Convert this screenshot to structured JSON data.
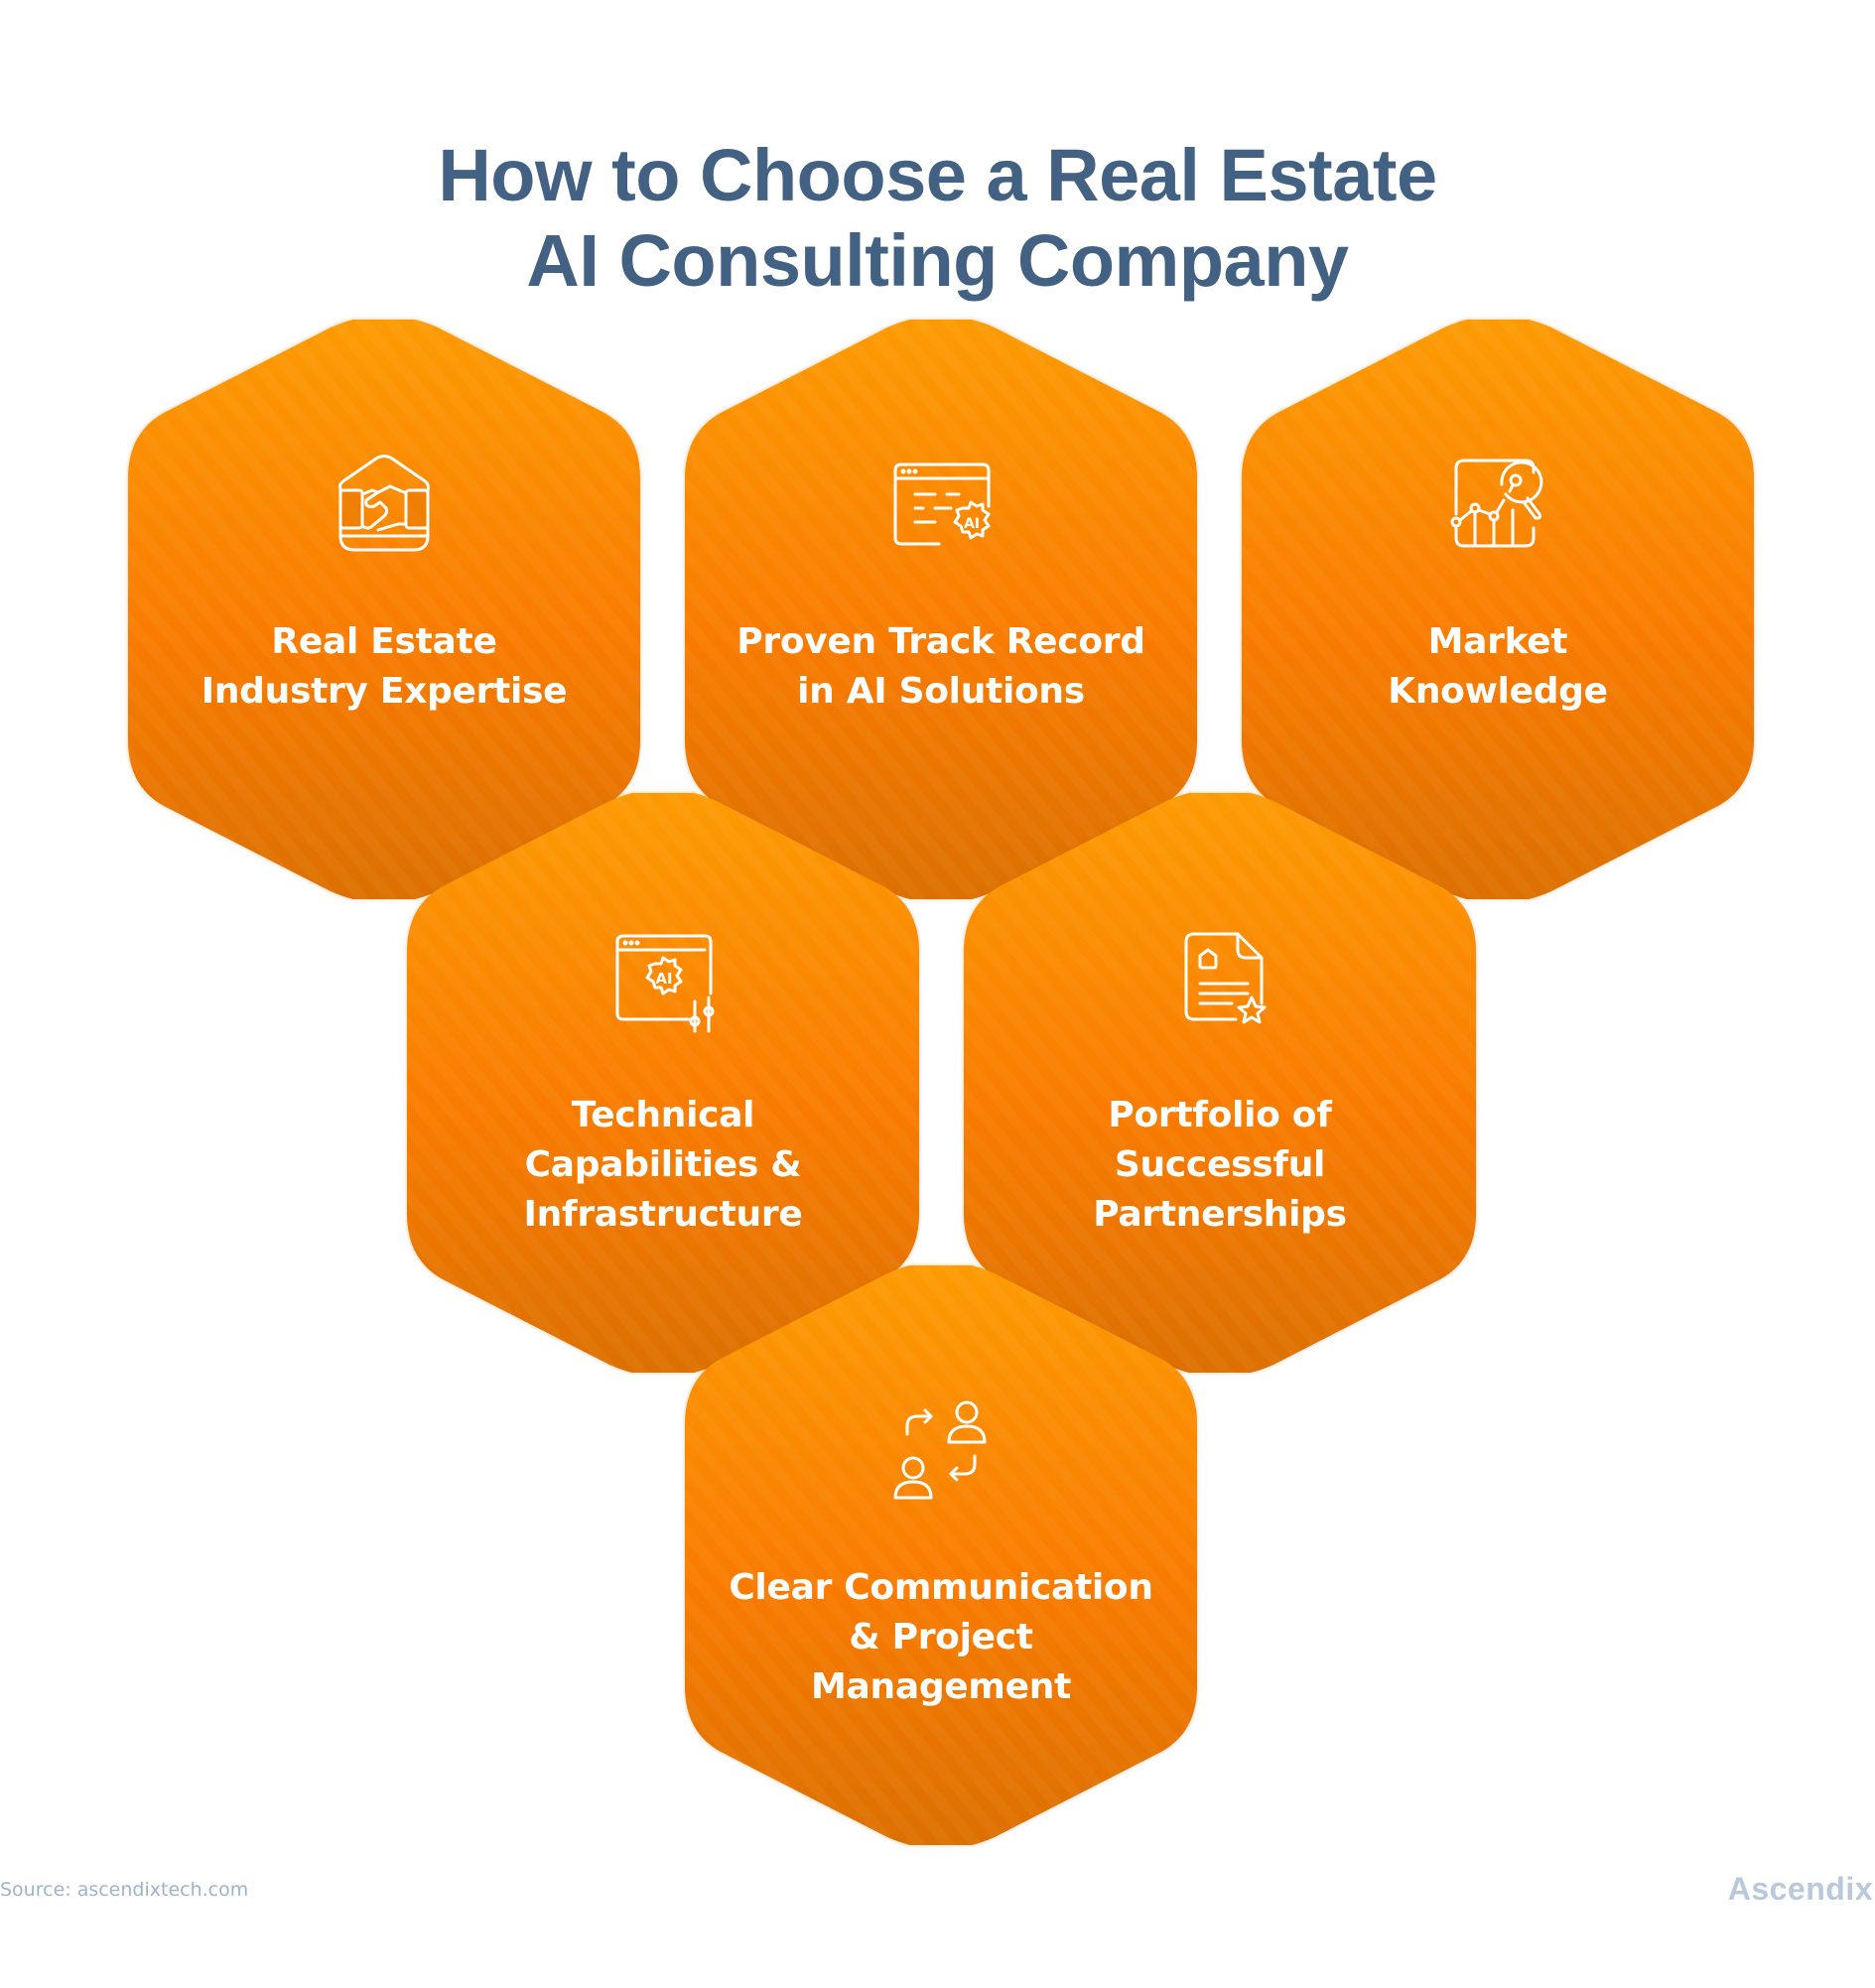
{
  "title": {
    "line1": "How to Choose a Real Estate",
    "line2": "AI Consulting Company",
    "color": "#436283"
  },
  "colors": {
    "hex_top": "#fd9a02",
    "hex_mid": "#f97a00",
    "hex_bottom": "#de7100",
    "icon_stroke": "#ffffff",
    "label_text": "#ffffff"
  },
  "hexagons": [
    {
      "id": "real-estate-industry-expertise",
      "icon": "house-handshake-icon",
      "lines": [
        "Real Estate",
        "Industry Expertise"
      ]
    },
    {
      "id": "proven-track-record",
      "icon": "browser-ai-gear-icon",
      "lines": [
        "Proven Track Record",
        "in AI Solutions"
      ]
    },
    {
      "id": "market-knowledge",
      "icon": "chart-magnifier-icon",
      "lines": [
        "Market",
        "Knowledge"
      ]
    },
    {
      "id": "technical-capabilities",
      "icon": "browser-ai-sliders-icon",
      "lines": [
        "Technical",
        "Capabilities &",
        "Infrastructure"
      ]
    },
    {
      "id": "portfolio-partnerships",
      "icon": "document-house-star-icon",
      "lines": [
        "Portfolio of",
        "Successful",
        "Partnerships"
      ]
    },
    {
      "id": "clear-communication",
      "icon": "people-exchange-icon",
      "lines": [
        "Clear Communication",
        "& Project",
        "Management"
      ]
    }
  ],
  "footer": {
    "source": "Source:  ascendixtech.com",
    "brand": "Ascendix"
  }
}
